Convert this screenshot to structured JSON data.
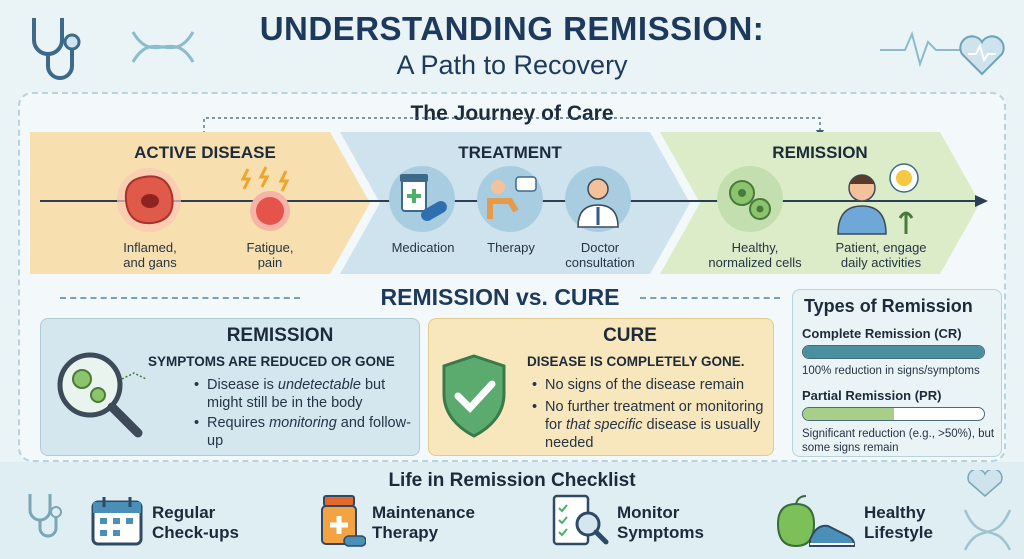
{
  "header": {
    "title": "UNDERSTANDING REMISSION:",
    "subtitle": "A Path to Recovery"
  },
  "journey": {
    "title": "The Journey of Care",
    "stages": [
      {
        "name": "ACTIVE DISEASE",
        "items": [
          "Inflamed,\nand gans",
          "Fatigue,\npain"
        ]
      },
      {
        "name": "TREATMENT",
        "items": [
          "Medication",
          "Therapy",
          "Doctor\nconsultation"
        ]
      },
      {
        "name": "REMISSION",
        "items": [
          "Healthy,\nnormalized cells",
          "Patient, engage\ndaily activities"
        ]
      }
    ]
  },
  "comparison": {
    "title": "REMISSION vs. CURE",
    "remission": {
      "title": "REMISSION",
      "subtitle": "SYMPTOMS ARE REDUCED OR GONE",
      "bullet1_a": "Disease is ",
      "bullet1_em": "undetectable",
      "bullet1_b": " but might still be in the body",
      "bullet2_a": "Requires ",
      "bullet2_em": "monitoring",
      "bullet2_b": " and follow-up"
    },
    "cure": {
      "title": "CURE",
      "subtitle": "DISEASE IS COMPLETELY GONE.",
      "bullet1": "No signs of the disease remain",
      "bullet2_a": "No further treatment or monitoring for ",
      "bullet2_em": "that specific",
      "bullet2_b": " disease is usually needed"
    }
  },
  "types": {
    "title": "Types of Remission",
    "complete": {
      "name": "Complete Remission (CR)",
      "level": 100,
      "desc": "100% reduction in signs/symptoms",
      "color": "#4a8fa0"
    },
    "partial": {
      "name": "Partial Remission (PR)",
      "level": 50,
      "desc": "Significant reduction (e.g., >50%), but some signs remain",
      "color": "#a8cf8a"
    }
  },
  "checklist": {
    "title": "Life in Remission Checklist",
    "items": [
      {
        "label": "Regular\nCheck-ups",
        "icon": "calendar-icon"
      },
      {
        "label": "Maintenance\nTherapy",
        "icon": "pill-bottle-icon"
      },
      {
        "label": "Monitor\nSymptoms",
        "icon": "clipboard-magnifier-icon"
      },
      {
        "label": "Healthy\nLifestyle",
        "icon": "apple-sneaker-icon"
      }
    ]
  },
  "colors": {
    "active": "#f7dfb0",
    "treatment": "#cfe3ee",
    "remission": "#dcecc9",
    "navy": "#1d3a5c"
  }
}
